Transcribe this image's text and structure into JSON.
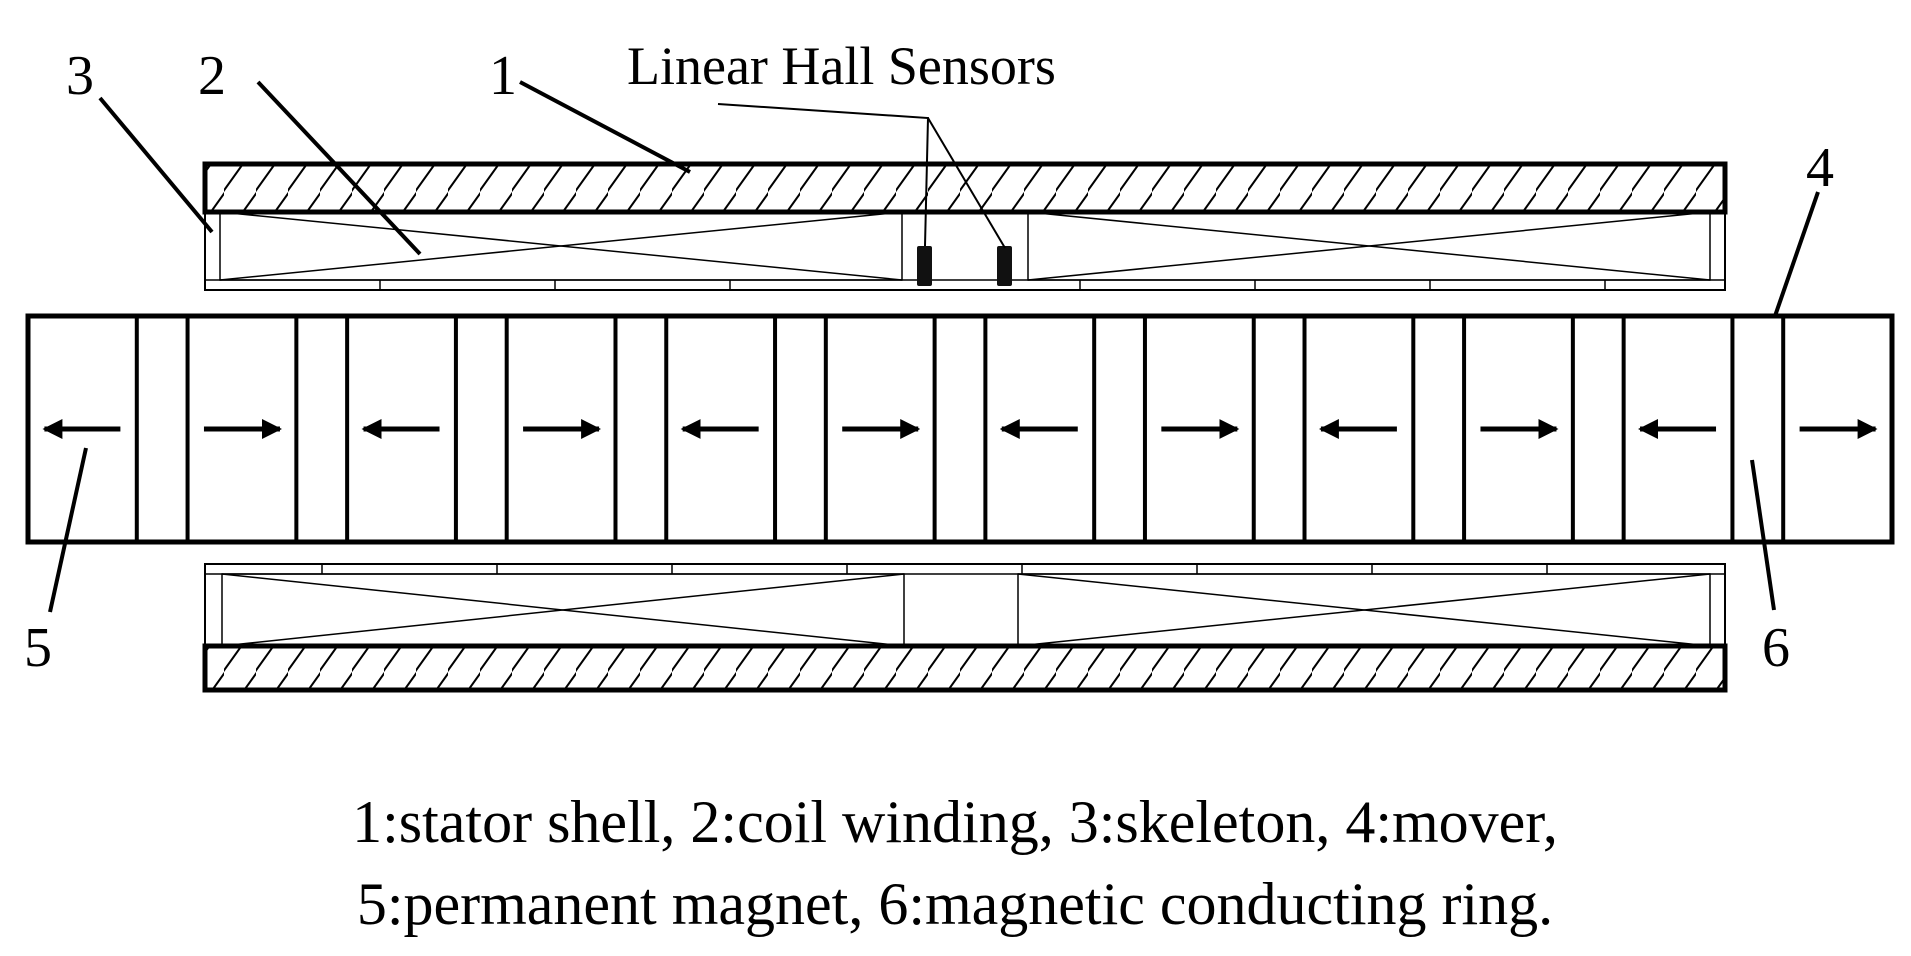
{
  "callouts": {
    "c1": "1",
    "c2": "2",
    "c3": "3",
    "c4": "4",
    "c5": "5",
    "c6": "6"
  },
  "sensor_label": "Linear Hall Sensors",
  "caption": {
    "line1": "1:stator shell, 2:coil winding, 3:skeleton, 4:mover,",
    "line2": "5:permanent magnet, 6:magnetic conducting ring."
  },
  "mover": {
    "segments": [
      "magnet",
      "ring",
      "magnet",
      "ring",
      "magnet",
      "ring",
      "magnet",
      "ring",
      "magnet",
      "ring",
      "magnet",
      "ring",
      "magnet",
      "ring",
      "magnet",
      "ring",
      "magnet",
      "ring",
      "magnet",
      "ring",
      "magnet",
      "ring",
      "magnet"
    ],
    "arrow_directions": [
      "left",
      "right",
      "left",
      "right",
      "left",
      "right",
      "left",
      "right",
      "left",
      "right",
      "left"
    ]
  },
  "colors": {
    "line": "#000000",
    "background": "#ffffff"
  }
}
